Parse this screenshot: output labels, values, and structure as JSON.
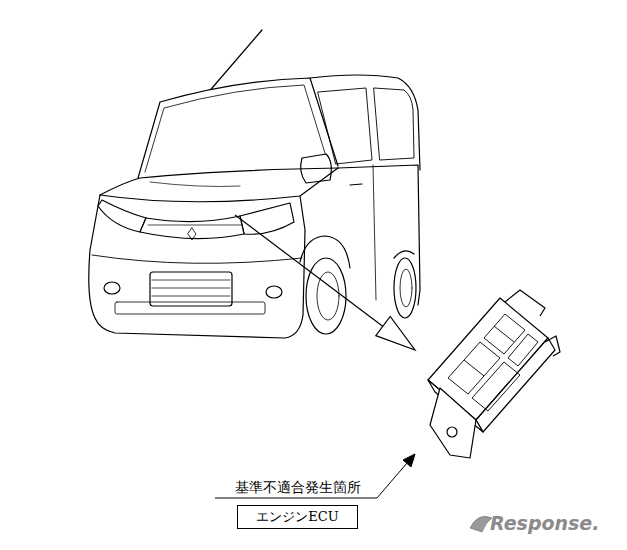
{
  "diagram": {
    "nodes": [
      {
        "text": [
          "基準不適合発生箇所",
          "エンジンECU"
        ]
      }
    ],
    "labels": [
      "Response."
    ]
  }
}
